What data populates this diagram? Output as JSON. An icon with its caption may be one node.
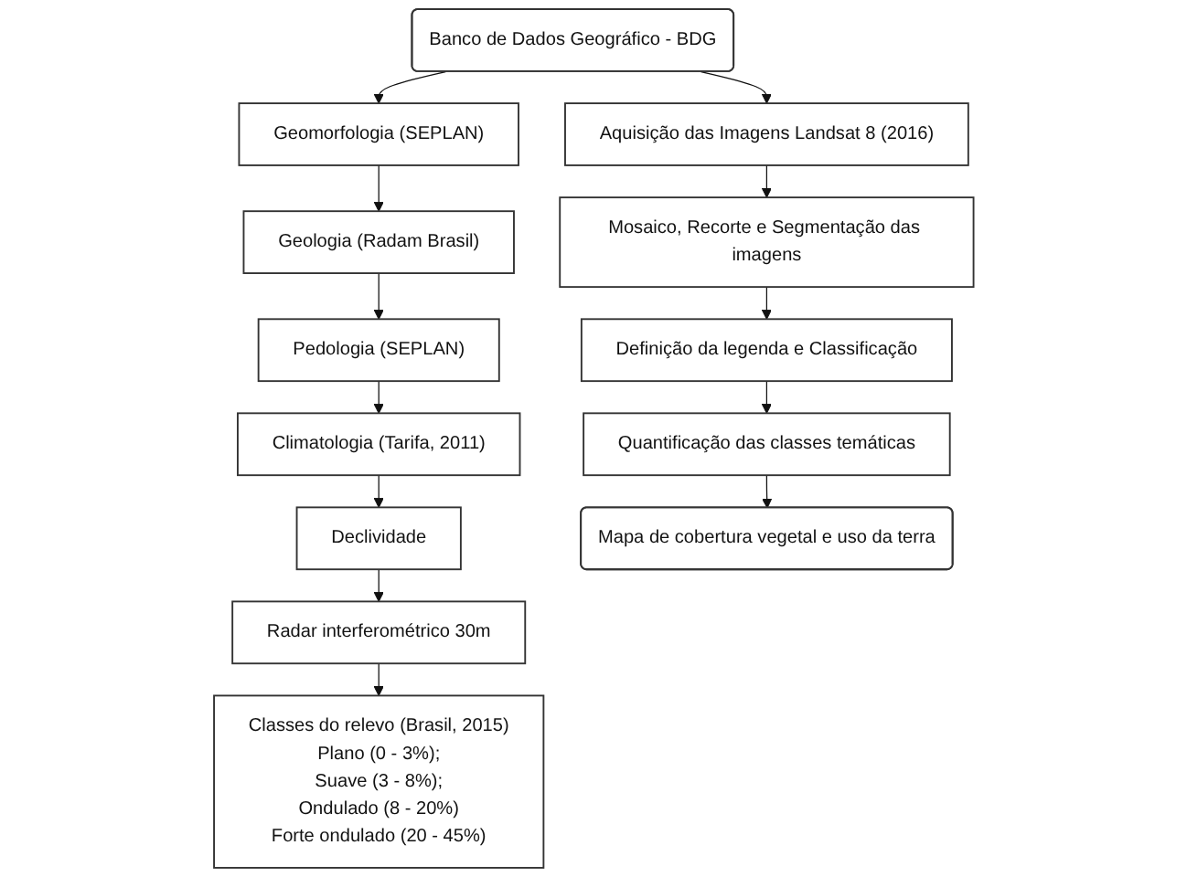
{
  "diagram": {
    "nodes": [
      {
        "text": [
          "Banco de Dados Geográfico - BDG"
        ]
      },
      {
        "text": [
          "Geomorfologia (SEPLAN)"
        ]
      },
      {
        "text": [
          "Geologia (Radam Brasil)"
        ]
      },
      {
        "text": [
          "Pedologia (SEPLAN)"
        ]
      },
      {
        "text": [
          "Climatologia (Tarifa, 2011)"
        ]
      },
      {
        "text": [
          "Declividade"
        ]
      },
      {
        "text": [
          "Radar interferométrico 30m"
        ]
      },
      {
        "text": [
          "Classes do relevo (Brasil, 2015)",
          "Plano (0 - 3%);",
          "Suave (3 - 8%);",
          "Ondulado (8 - 20%)",
          "Forte ondulado (20 - 45%)"
        ]
      },
      {
        "text": [
          "Aquisição das Imagens Landsat 8 (2016)"
        ]
      },
      {
        "text": [
          "Mosaico, Recorte e Segmentação das imagens"
        ]
      },
      {
        "text": [
          "Definição da legenda e Classificação"
        ]
      },
      {
        "text": [
          "Quantificação das classes temáticas"
        ]
      },
      {
        "text": [
          "Mapa de cobertura vegetal e uso da terra"
        ]
      }
    ],
    "edges": [
      {
        "from": 0,
        "to": 1,
        "arrow": "to"
      },
      {
        "from": 0,
        "to": 8,
        "arrow": "to"
      },
      {
        "from": 1,
        "to": 2,
        "arrow": "to"
      },
      {
        "from": 2,
        "to": 3,
        "arrow": "to"
      },
      {
        "from": 3,
        "to": 4,
        "arrow": "to"
      },
      {
        "from": 4,
        "to": 5,
        "arrow": "to"
      },
      {
        "from": 5,
        "to": 6,
        "arrow": "to"
      },
      {
        "from": 6,
        "to": 7,
        "arrow": "to"
      },
      {
        "from": 8,
        "to": 9,
        "arrow": "to"
      },
      {
        "from": 9,
        "to": 10,
        "arrow": "to"
      },
      {
        "from": 10,
        "to": 11,
        "arrow": "to"
      },
      {
        "from": 11,
        "to": 12,
        "arrow": "to"
      }
    ]
  }
}
